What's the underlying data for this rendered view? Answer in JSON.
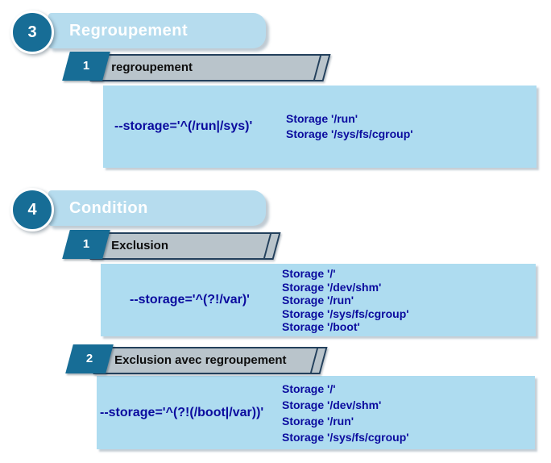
{
  "colors": {
    "accent_dark_blue": "#176d96",
    "banner_blue": "#b6dcee",
    "box_blue": "#aedcf0",
    "label_gray": "#b9c4cb",
    "label_border_navy": "#23405c",
    "text_navy": "#0b0b9e"
  },
  "sections": [
    {
      "number": "3",
      "title": "Regroupement",
      "steps": [
        {
          "number": "1",
          "label": "regroupement",
          "command": "--storage='^(/run|/sys)'",
          "outputs": [
            "Storage '/run'",
            "Storage '/sys/fs/cgroup'"
          ]
        }
      ]
    },
    {
      "number": "4",
      "title": "Condition",
      "steps": [
        {
          "number": "1",
          "label": "Exclusion",
          "command": "--storage='^(?!/var)'",
          "outputs": [
            "Storage '/'",
            "Storage '/dev/shm'",
            "Storage '/run'",
            "Storage '/sys/fs/cgroup'",
            "Storage '/boot'"
          ]
        },
        {
          "number": "2",
          "label": "Exclusion avec regroupement",
          "command": "--storage='^(?!(/boot|/var))'",
          "outputs": [
            "Storage '/'",
            "Storage '/dev/shm'",
            "Storage '/run'",
            "Storage '/sys/fs/cgroup'"
          ]
        }
      ]
    }
  ]
}
